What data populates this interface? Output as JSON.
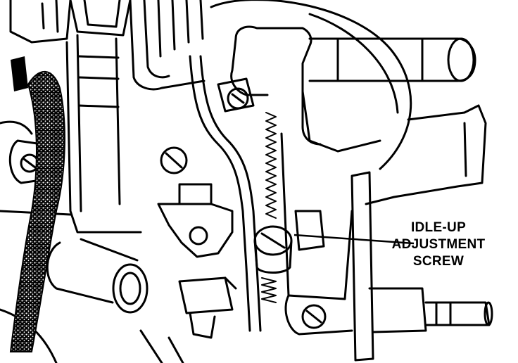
{
  "callout": {
    "lines": [
      "IDLE-UP",
      "ADJUSTMENT",
      "SCREW"
    ]
  },
  "colors": {
    "ink": "#000000",
    "paper": "#ffffff"
  }
}
